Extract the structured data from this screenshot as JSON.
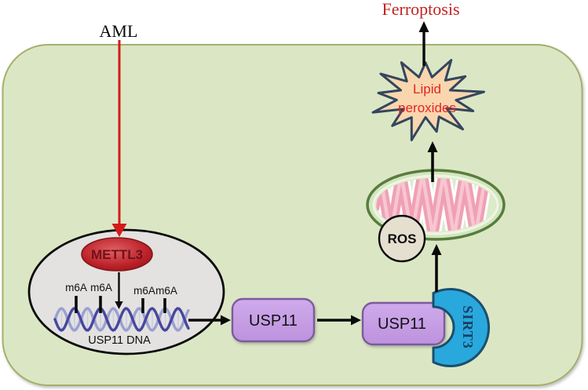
{
  "diagram": {
    "aml": "AML",
    "ferroptosis": "Ferroptosis",
    "mettl3": "METTL3",
    "m6a": [
      "m6A",
      "m6A",
      "m6A",
      "m6A"
    ],
    "dna_label": "USP11 DNA",
    "usp11_free": "USP11",
    "usp11_bound": "USP11",
    "sirt3": "SIRT3",
    "ros": "ROS",
    "lipid_line1": "Lipid",
    "lipid_line2": "peroxides"
  },
  "colors": {
    "cell_fill": "#dbe7c4",
    "cell_border": "#a4b06e",
    "nucleus_fill": "#e3e2e0",
    "nucleus_border": "#0a0a0a",
    "mettl3_fill": "#c0242b",
    "mettl3_text": "#731016",
    "usp11_fill": "#c79fe6",
    "usp11_border": "#7d5a9e",
    "sirt3_fill": "#29a8de",
    "sirt3_border": "#1c4e6e",
    "sirt3_text": "#16405f",
    "mito_fill": "#d3e5c0",
    "mito_border": "#587d3c",
    "cristae_pink": "#f0a0b4",
    "ros_fill": "#e5dfd0",
    "star_fill": "#f9d6ae",
    "star_border": "#33465e",
    "red_label": "#c32222",
    "red_arrow": "#d41a1a",
    "dna_strand_dark": "#47479e",
    "dna_strand_light": "#9aa0cf"
  }
}
